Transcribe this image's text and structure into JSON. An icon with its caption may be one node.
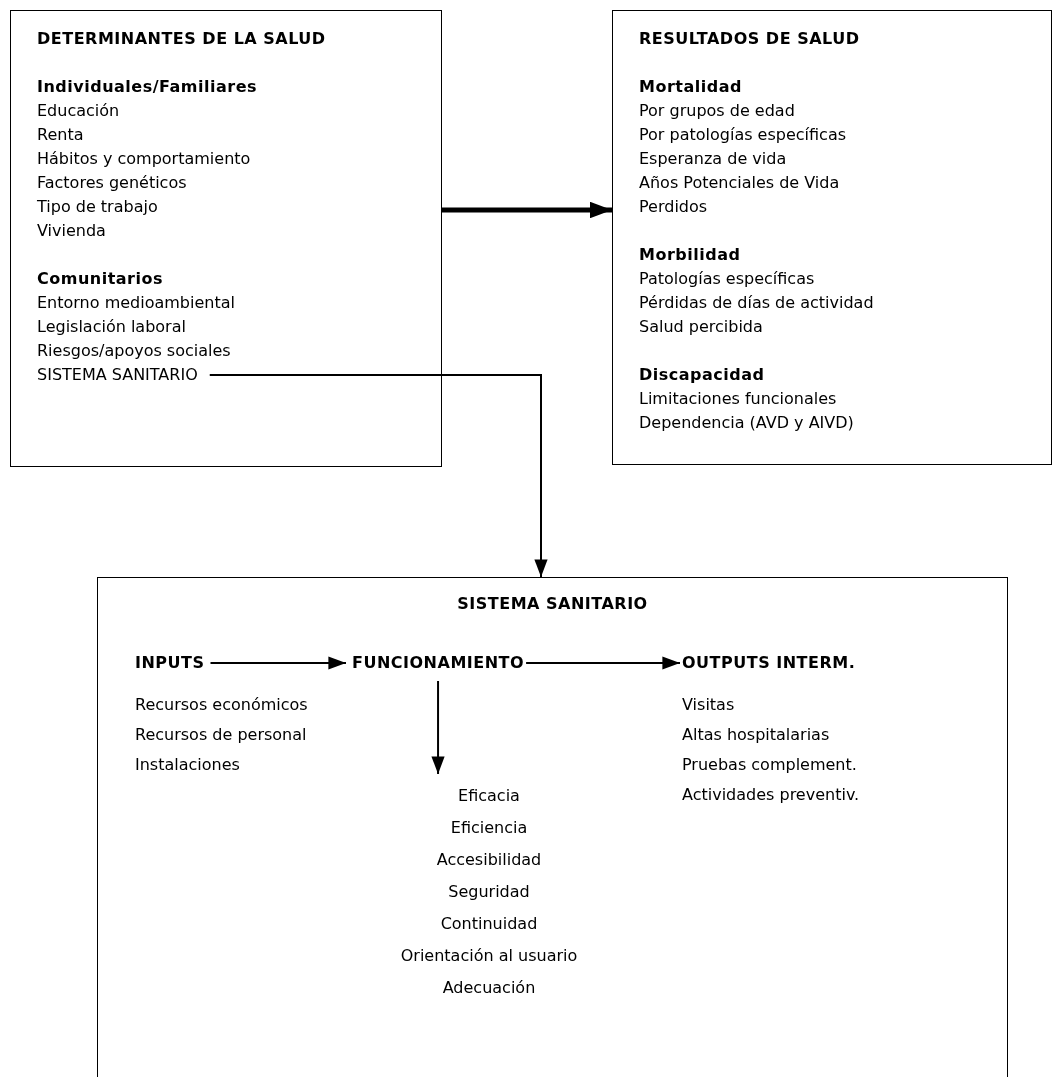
{
  "diagram": {
    "nodes": [
      {
        "text": [
          "DETERMINANTES DE LA SALUD",
          "Individuales/Familiares",
          "Educación",
          "Renta",
          "Hábitos y comportamiento",
          "Factores genéticos",
          "Tipo de trabajo",
          "Vivienda",
          "Comunitarios",
          "Entorno medioambiental",
          "Legislación laboral",
          "Riesgos/apoyos sociales"
        ]
      },
      {
        "text": [
          "SISTEMA SANITARIO"
        ],
        "in": 0
      },
      {
        "text": [
          "RESULTADOS DE SALUD",
          "Mortalidad",
          "Por grupos de edad",
          "Por patologías específicas",
          "Esperanza de vida",
          "Años Potenciales de Vida Perdidos",
          "Morbilidad",
          "Patologías específicas",
          "Pérdidas de días de actividad",
          "Salud percibida",
          "Discapacidad",
          "Limitaciones funcionales",
          "Dependencia (AVD y AIVD)"
        ]
      },
      {
        "text": [
          "SISTEMA SANITARIO"
        ]
      },
      {
        "text": [
          "INPUTS"
        ],
        "in": 3
      },
      {
        "text": [
          "FUNCIONAMIENTO"
        ],
        "in": 3
      },
      {
        "text": [
          "OUTPUTS INTERM."
        ],
        "in": 3
      },
      {
        "text": [
          "Eficacia",
          "Eficiencia",
          "Accesibilidad",
          "Seguridad",
          "Continuidad",
          "Orientación al usuario",
          "Adecuación"
        ],
        "in": 3
      }
    ],
    "edges": [
      {
        "from": 0,
        "to": 2,
        "arrow": "to",
        "style": "thick"
      },
      {
        "from": 1,
        "to": 3,
        "arrow": "to"
      },
      {
        "from": 4,
        "to": 5,
        "arrow": "to"
      },
      {
        "from": 5,
        "to": 6,
        "arrow": "to"
      },
      {
        "from": 5,
        "to": 7,
        "arrow": "to"
      }
    ],
    "labels": [
      "Recursos económicos",
      "Recursos de personal",
      "Instalaciones",
      "Visitas",
      "Altas hospitalarias",
      "Pruebas complement.",
      "Actividades preventiv."
    ]
  }
}
